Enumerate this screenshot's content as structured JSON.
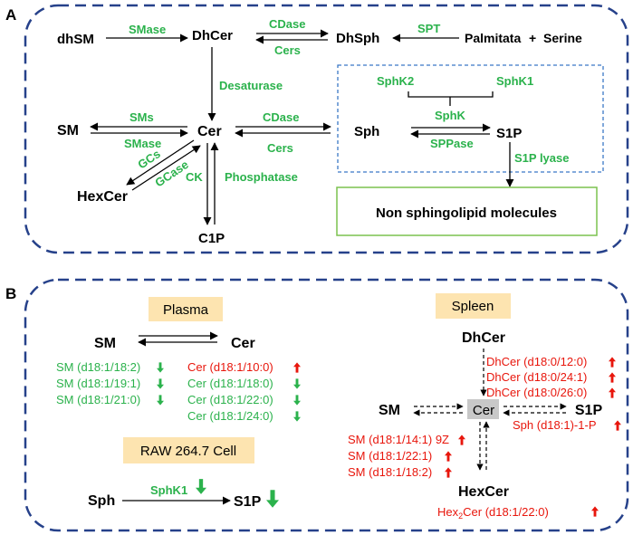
{
  "colors": {
    "enzyme": "#2bb24c",
    "increase": "#e8160c",
    "decrease": "#2bb24c",
    "panel_border": "#26418a",
    "node": "#000000",
    "label_bg": "#fde4b0",
    "cer_highlight": "#c8c8c8",
    "inner_box_border": "#3b78c6",
    "nonsph_border": "#7bc24f"
  },
  "panel_a": {
    "letter": "A",
    "nodes": {
      "dhsm": "dhSM",
      "dhcer": "DhCer",
      "dhsph": "DhSph",
      "palmitata": "Palmitata",
      "plus": "+",
      "serine": "Serine",
      "sm": "SM",
      "cer": "Cer",
      "sph": "Sph",
      "s1p": "S1P",
      "hexcer": "HexCer",
      "c1p": "C1P",
      "non_sph": "Non sphingolipid molecules"
    },
    "enzymes": {
      "smase_top": "SMase",
      "cdase_top": "CDase",
      "cers_top": "Cers",
      "spt": "SPT",
      "desaturase": "Desaturase",
      "sms": "SMs",
      "smase_mid": "SMase",
      "cdase_mid": "CDase",
      "cers_mid": "Cers",
      "gcs": "GCs",
      "gcase": "GCase",
      "ck": "CK",
      "phosphatase": "Phosphatase",
      "sphk2": "SphK2",
      "sphk1": "SphK1",
      "sphk": "SphK",
      "sppase": "SPPase",
      "s1p_lyase": "S1P lyase"
    }
  },
  "panel_b": {
    "letter": "B",
    "plasma": {
      "label": "Plasma",
      "sm": "SM",
      "cer": "Cer",
      "sm_changes": [
        {
          "text": "SM (d18:1/18:2)",
          "dir": "down"
        },
        {
          "text": "SM (d18:1/19:1)",
          "dir": "down"
        },
        {
          "text": "SM (d18:1/21:0)",
          "dir": "down"
        }
      ],
      "cer_changes": [
        {
          "text": "Cer (d18:1/10:0)",
          "dir": "up"
        },
        {
          "text": "Cer (d18:1/18:0)",
          "dir": "down"
        },
        {
          "text": "Cer (d18:1/22:0)",
          "dir": "down"
        },
        {
          "text": "Cer (d18:1/24:0)",
          "dir": "down"
        }
      ]
    },
    "raw": {
      "label": "RAW 264.7 Cell",
      "sph": "Sph",
      "s1p": "S1P",
      "enzyme": "SphK1"
    },
    "spleen": {
      "label": "Spleen",
      "dhcer": "DhCer",
      "sm": "SM",
      "cer": "Cer",
      "s1p": "S1P",
      "hexcer": "HexCer",
      "dhcer_changes": [
        {
          "text": "DhCer (d18:0/12:0)",
          "dir": "up"
        },
        {
          "text": "DhCer (d18:0/24:1)",
          "dir": "up"
        },
        {
          "text": "DhCer (d18:0/26:0)",
          "dir": "up"
        }
      ],
      "s1p_change": {
        "text": "Sph (d18:1)-1-P",
        "dir": "up"
      },
      "sm_changes": [
        {
          "text": "SM (d18:1/14:1) 9Z",
          "dir": "up"
        },
        {
          "text": "SM (d18:1/22:1)",
          "dir": "up"
        },
        {
          "text": "SM (d18:1/18:2)",
          "dir": "up"
        }
      ],
      "hexcer_change": {
        "prefix": "Hex",
        "sub": "2",
        "suffix": "Cer (d18:1/22:0)",
        "dir": "up"
      }
    }
  }
}
